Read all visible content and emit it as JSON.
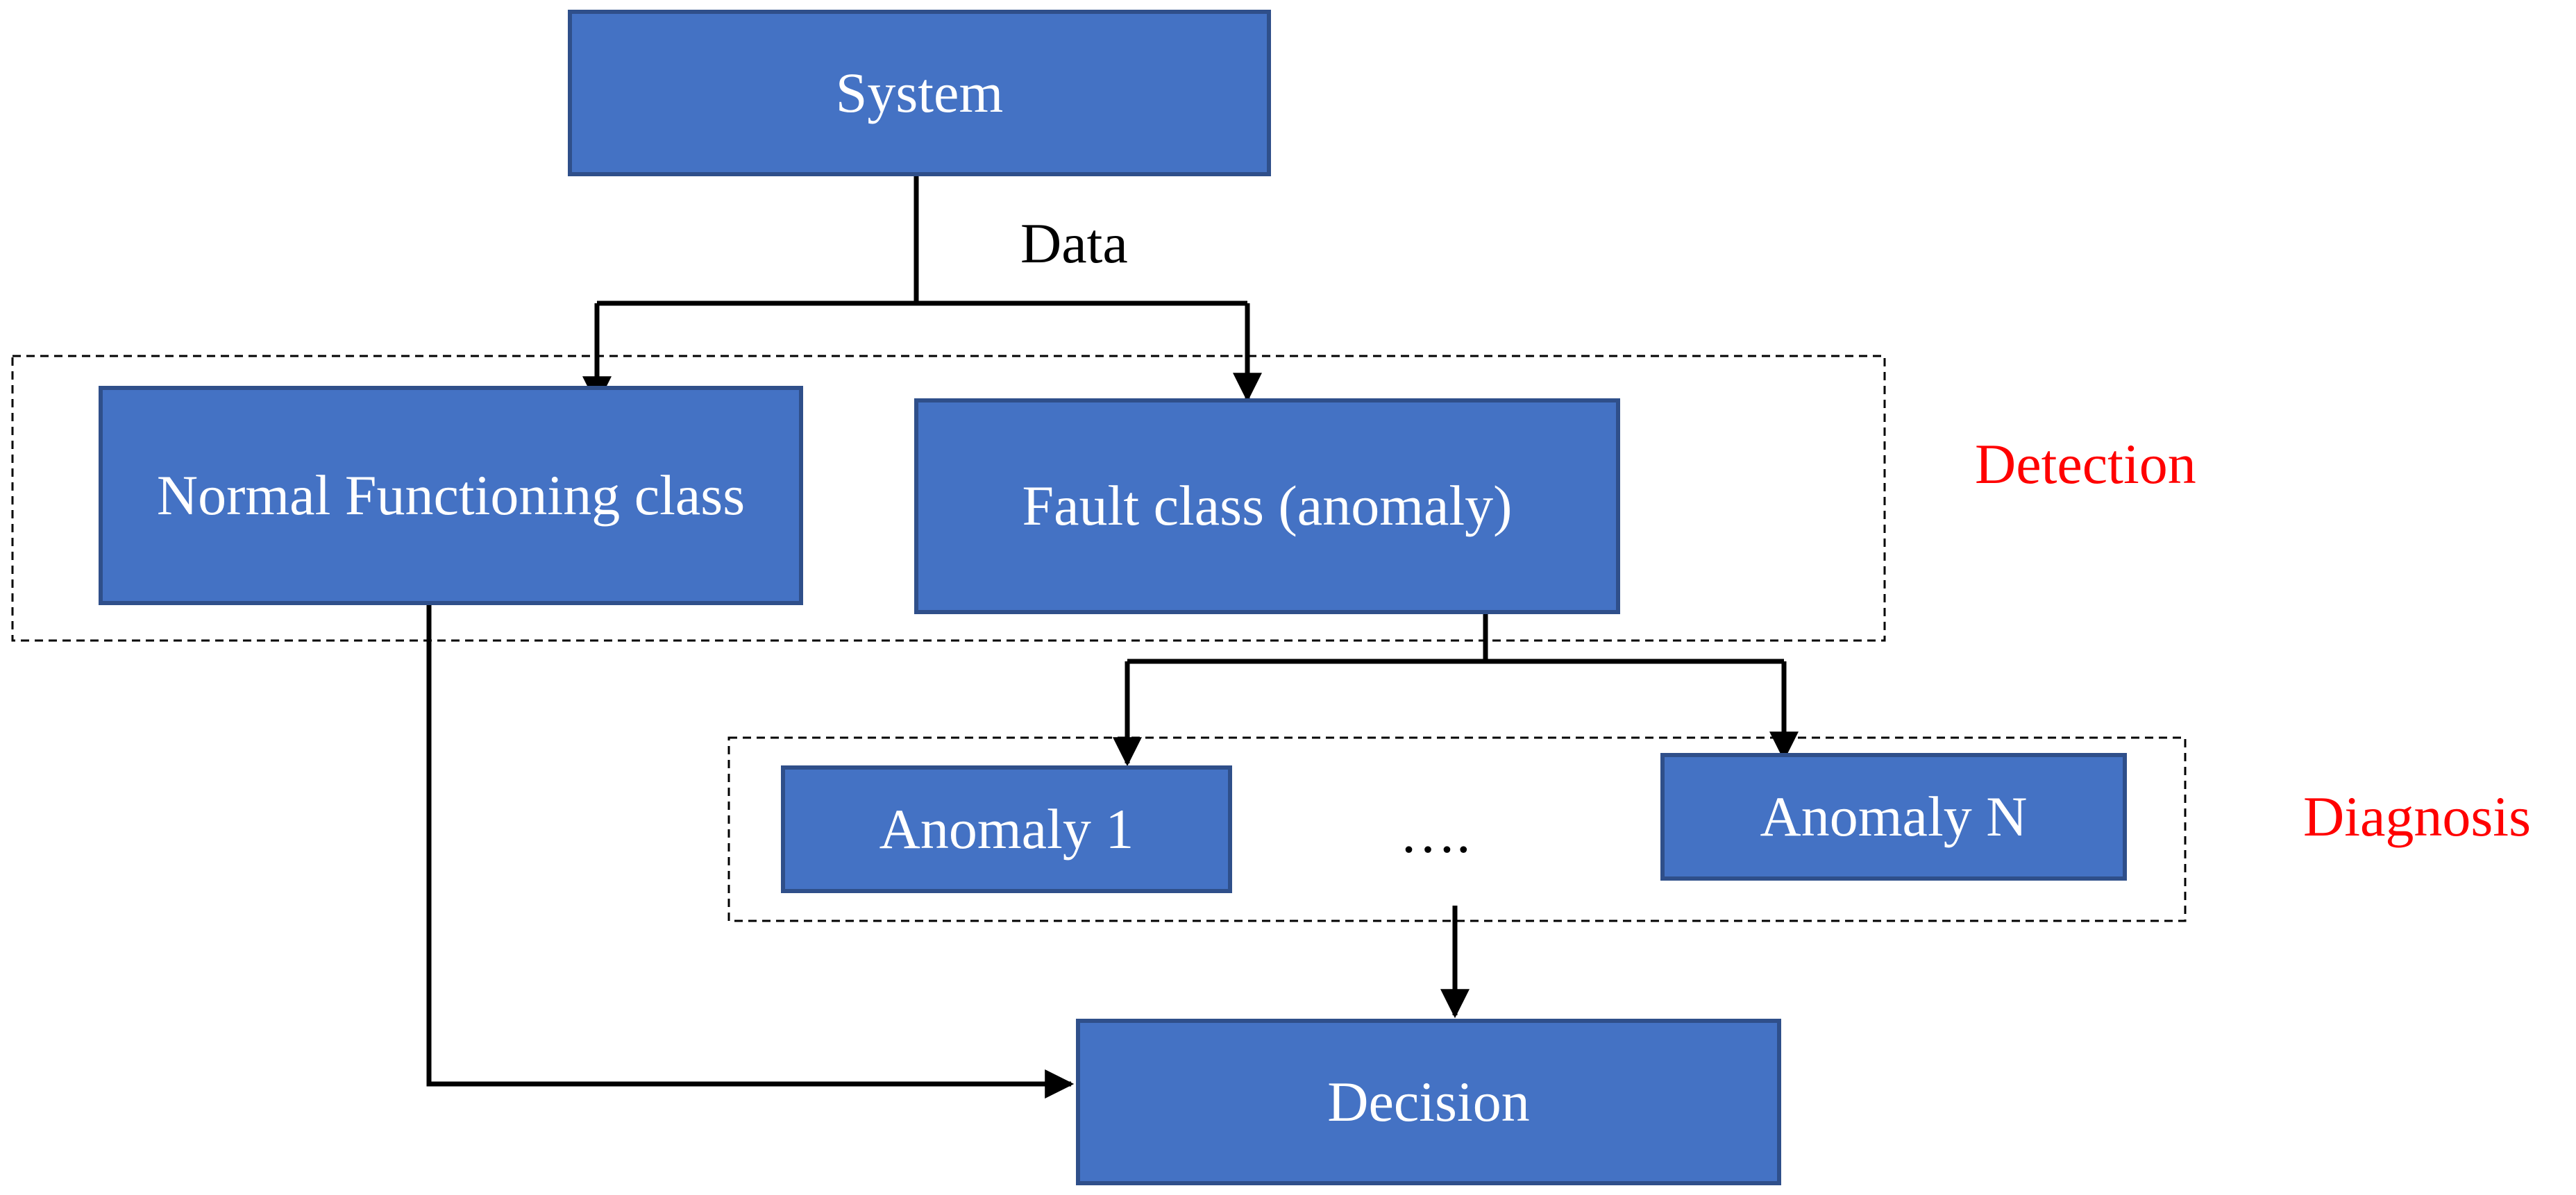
{
  "nodes": {
    "system": "System",
    "normal_functioning": "Normal Functioning class",
    "fault_class": "Fault class (anomaly)",
    "anomaly_1": "Anomaly 1",
    "ellipsis": "….",
    "anomaly_n": "Anomaly N",
    "decision": "Decision"
  },
  "edge_labels": {
    "data": "Data"
  },
  "group_labels": {
    "detection": "Detection",
    "diagnosis": "Diagnosis"
  },
  "colors": {
    "box_fill": "#4472c4",
    "box_border": "#2f4f8a",
    "box_text": "#ffffff",
    "group_label": "#ff0000",
    "connector": "#000000"
  }
}
